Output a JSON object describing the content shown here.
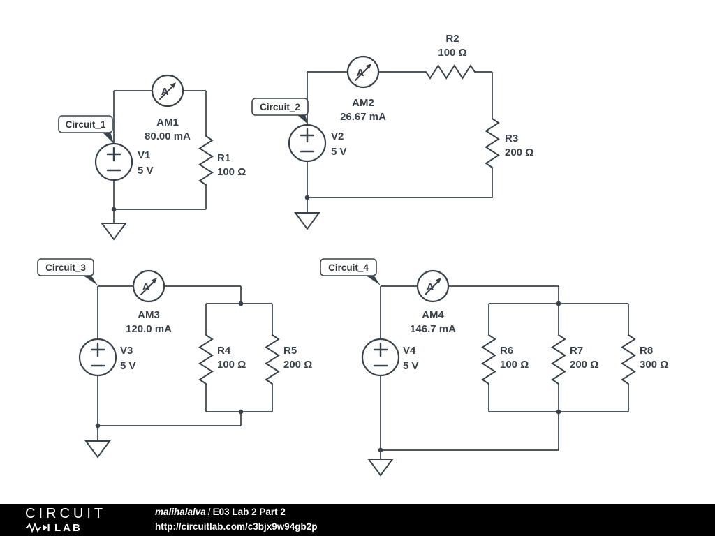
{
  "footer": {
    "logo": {
      "top": "CIRCUIT",
      "bottom": "LAB"
    },
    "author": "malihalalva",
    "divider": "/",
    "title": "E03 Lab 2 Part 2",
    "url": "http://circuitlab.com/c3bjx9w94gb2p"
  },
  "icons": {
    "ammeter_glyph": "A"
  },
  "colors": {
    "schematic": "#39424a",
    "background": "#ffffff",
    "footer_bg": "#000000",
    "footer_text": "#ffffff"
  },
  "circuits": [
    {
      "label": "Circuit_1",
      "ammeter": {
        "name": "AM1",
        "reading": "80.00 mA"
      },
      "source": {
        "name": "V1",
        "value": "5 V"
      },
      "resistors": [
        {
          "name": "R1",
          "value": "100 Ω"
        }
      ]
    },
    {
      "label": "Circuit_2",
      "ammeter": {
        "name": "AM2",
        "reading": "26.67 mA"
      },
      "source": {
        "name": "V2",
        "value": "5 V"
      },
      "resistors": [
        {
          "name": "R2",
          "value": "100 Ω"
        },
        {
          "name": "R3",
          "value": "200 Ω"
        }
      ]
    },
    {
      "label": "Circuit_3",
      "ammeter": {
        "name": "AM3",
        "reading": "120.0 mA"
      },
      "source": {
        "name": "V3",
        "value": "5 V"
      },
      "resistors": [
        {
          "name": "R4",
          "value": "100 Ω"
        },
        {
          "name": "R5",
          "value": "200 Ω"
        }
      ]
    },
    {
      "label": "Circuit_4",
      "ammeter": {
        "name": "AM4",
        "reading": "146.7 mA"
      },
      "source": {
        "name": "V4",
        "value": "5 V"
      },
      "resistors": [
        {
          "name": "R6",
          "value": "100 Ω"
        },
        {
          "name": "R7",
          "value": "200 Ω"
        },
        {
          "name": "R8",
          "value": "300 Ω"
        }
      ]
    }
  ]
}
